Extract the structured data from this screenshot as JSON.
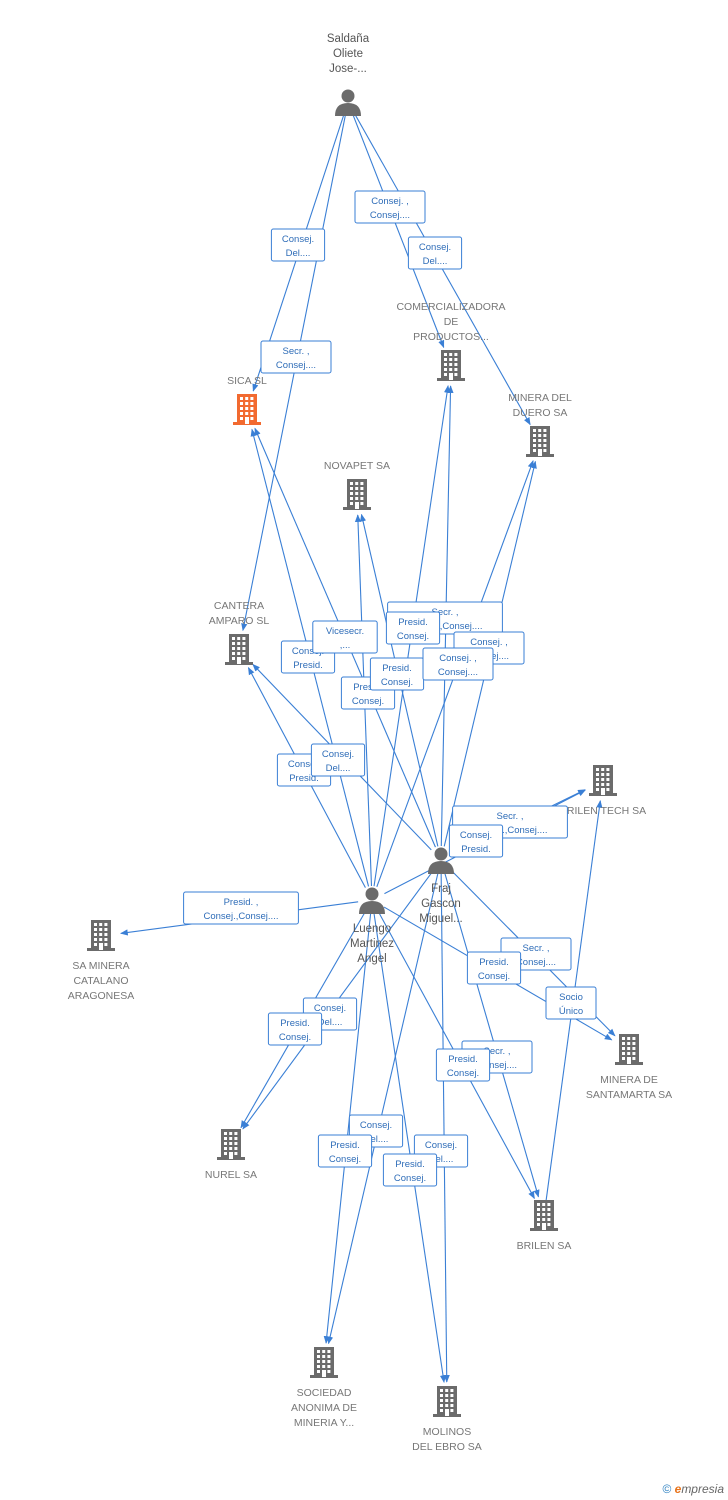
{
  "colors": {
    "edge": "#3a7fd5",
    "node_company": "#6b6b6b",
    "node_highlight": "#f26a30",
    "person": "#6b6b6b",
    "label_border": "#3a7fd5",
    "label_text": "#2f6db8"
  },
  "persons": [
    {
      "id": "saldana",
      "lines": [
        "Saldaña",
        "Oliete",
        "Jose-..."
      ]
    },
    {
      "id": "fraj",
      "lines": [
        "Fraj",
        "Gascon",
        "Miguel..."
      ]
    },
    {
      "id": "luengo",
      "lines": [
        "Luengo",
        "Martinez",
        "Angel"
      ]
    }
  ],
  "companies": [
    {
      "id": "comercializadora",
      "lines": [
        "COMERCIALIZADORA",
        "DE",
        "PRODUCTOS..."
      ],
      "highlight": false
    },
    {
      "id": "sica",
      "lines": [
        "SICA SL"
      ],
      "highlight": true
    },
    {
      "id": "minera_duero",
      "lines": [
        "MINERA DEL",
        "DUERO SA"
      ],
      "highlight": false
    },
    {
      "id": "novapet",
      "lines": [
        "NOVAPET SA"
      ],
      "highlight": false
    },
    {
      "id": "cantera",
      "lines": [
        "CANTERA",
        "AMPARO SL"
      ],
      "highlight": false
    },
    {
      "id": "brilen_tech",
      "lines": [
        "BRILEN TECH SA"
      ],
      "highlight": false
    },
    {
      "id": "sa_minera",
      "lines": [
        "SA MINERA",
        "CATALANO",
        "ARAGONESA"
      ],
      "highlight": false
    },
    {
      "id": "minera_santamarta",
      "lines": [
        "MINERA DE",
        "SANTAMARTA SA"
      ],
      "highlight": false
    },
    {
      "id": "nurel",
      "lines": [
        "NUREL SA"
      ],
      "highlight": false
    },
    {
      "id": "brilen",
      "lines": [
        "BRILEN SA"
      ],
      "highlight": false
    },
    {
      "id": "sociedad",
      "lines": [
        "SOCIEDAD",
        "ANONIMA DE",
        "MINERIA Y..."
      ],
      "highlight": false
    },
    {
      "id": "molinos",
      "lines": [
        "MOLINOS",
        "DEL EBRO SA"
      ],
      "highlight": false
    }
  ],
  "relations": [
    {
      "from": "saldana",
      "to": "sica",
      "lines": [
        "Consej.",
        "Del...."
      ]
    },
    {
      "from": "saldana",
      "to": "comercializadora",
      "lines": [
        "Consej. ,",
        "Consej...."
      ]
    },
    {
      "from": "saldana",
      "to": "minera_duero",
      "lines": [
        "Consej.",
        "Del...."
      ]
    },
    {
      "from": "saldana",
      "to": "cantera",
      "lines": [
        "Secr. ,",
        "Consej...."
      ]
    },
    {
      "from": "luengo",
      "to": "cantera",
      "lines": [
        "Consej.",
        "Presid."
      ]
    },
    {
      "from": "luengo",
      "to": "sica",
      "lines": [
        "Consej.",
        "Presid."
      ]
    },
    {
      "from": "fraj",
      "to": "sica",
      "lines": [
        "Vicesecr.",
        ",..."
      ]
    },
    {
      "from": "fraj",
      "to": "cantera",
      "lines": [
        "Consej.",
        "Del...."
      ]
    },
    {
      "from": "fraj",
      "to": "comercializadora",
      "lines": [
        "Secr. ,",
        "Consej.,Consej...."
      ]
    },
    {
      "from": "luengo",
      "to": "comercializadora",
      "lines": [
        "Presid.",
        "Consej."
      ]
    },
    {
      "from": "fraj",
      "to": "novapet",
      "lines": [
        "Presid.",
        "Consej."
      ]
    },
    {
      "from": "luengo",
      "to": "novapet",
      "lines": [
        "Presid.",
        "Consej."
      ]
    },
    {
      "from": "fraj",
      "to": "minera_duero",
      "lines": [
        "Consej. ,",
        "Consej...."
      ]
    },
    {
      "from": "luengo",
      "to": "minera_duero",
      "lines": [
        "Consej. ,",
        "Consej...."
      ]
    },
    {
      "from": "fraj",
      "to": "brilen_tech",
      "lines": [
        "Secr. ,",
        "Consej.,Consej...."
      ]
    },
    {
      "from": "luengo",
      "to": "brilen_tech",
      "lines": [
        "Consej.",
        "Presid."
      ]
    },
    {
      "from": "luengo",
      "to": "sa_minera",
      "lines": [
        "Presid. ,",
        "Consej.,Consej...."
      ]
    },
    {
      "from": "fraj",
      "to": "minera_santamarta",
      "lines": [
        "Secr. ,",
        "Consej...."
      ]
    },
    {
      "from": "luengo",
      "to": "minera_santamarta",
      "lines": [
        "Presid.",
        "Consej."
      ]
    },
    {
      "from": "brilen",
      "to": "brilen_tech",
      "lines": [
        "Socio",
        "Único"
      ]
    },
    {
      "from": "fraj",
      "to": "nurel",
      "lines": [
        "Consej.",
        "Del...."
      ]
    },
    {
      "from": "luengo",
      "to": "nurel",
      "lines": [
        "Presid.",
        "Consej."
      ]
    },
    {
      "from": "fraj",
      "to": "brilen",
      "lines": [
        "Secr. ,",
        "Consej...."
      ]
    },
    {
      "from": "luengo",
      "to": "brilen",
      "lines": [
        "Presid.",
        "Consej."
      ]
    },
    {
      "from": "fraj",
      "to": "sociedad",
      "lines": [
        "Consej.",
        "Del...."
      ]
    },
    {
      "from": "luengo",
      "to": "sociedad",
      "lines": [
        "Presid.",
        "Consej."
      ]
    },
    {
      "from": "fraj",
      "to": "molinos",
      "lines": [
        "Consej.",
        "Del...."
      ]
    },
    {
      "from": "luengo",
      "to": "molinos",
      "lines": [
        "Presid.",
        "Consej."
      ]
    }
  ],
  "footer": {
    "copyright": "©",
    "brand_initial": "e",
    "brand_rest": "mpresia"
  }
}
